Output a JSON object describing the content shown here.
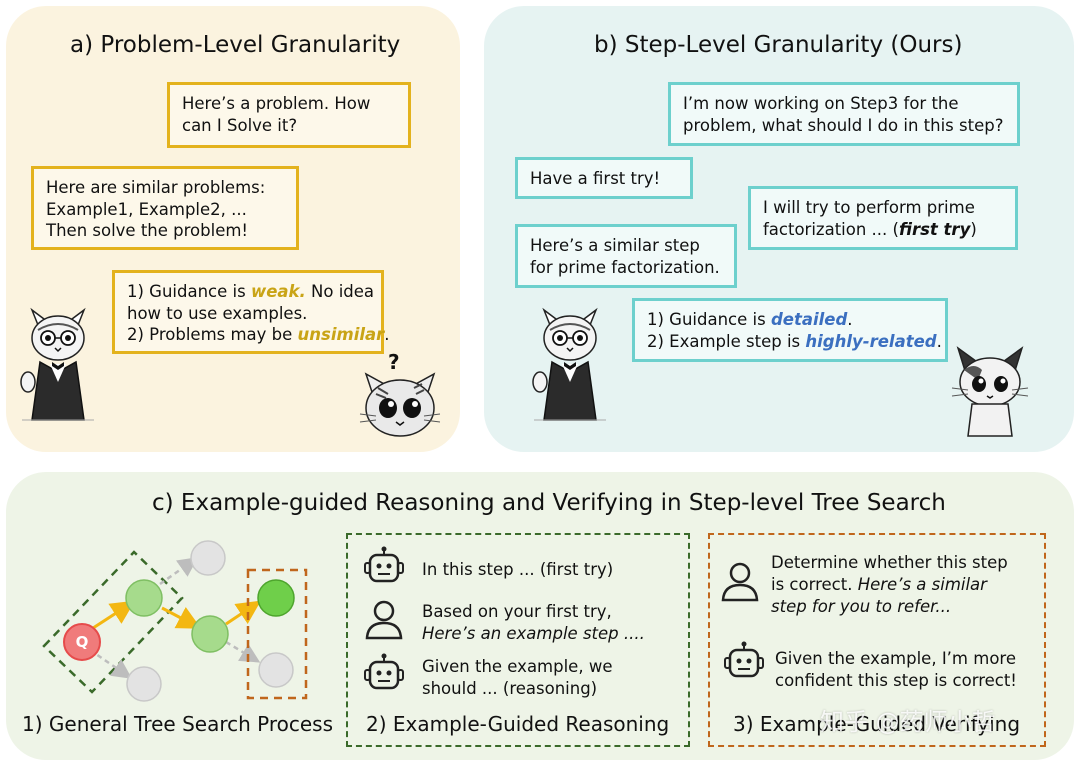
{
  "panel_a": {
    "title": "a) Problem-Level Granularity",
    "bubble1": [
      "Here’s  a problem. How",
      "can I Solve it?"
    ],
    "bubble2": [
      "Here are similar problems:",
      "Example1, Example2, ...",
      "Then solve the problem!"
    ],
    "bubble3": {
      "l1_pre": "1) Guidance is ",
      "l1_hl": "weak.",
      "l1_post": " No idea",
      "l2": "how to use examples.",
      "l3_pre": "2) Problems may be ",
      "l3_hl": "unsimilar",
      "l3_post": "."
    },
    "question_mark": "?"
  },
  "panel_b": {
    "title": "b) Step-Level Granularity (Ours)",
    "bubble1": [
      "I’m now working on Step3 for the",
      "problem, what should I do in this step?"
    ],
    "bubble2": "Have a first try!",
    "bubble3": {
      "l1": "I will try to perform prime",
      "l2_pre": "factorization ... (",
      "l2_hl": "first try",
      "l2_post": ")"
    },
    "bubble4": [
      "Here’s a similar step",
      "for prime factorization."
    ],
    "bubble5": {
      "l1_pre": "1) Guidance is ",
      "l1_hl": "detailed",
      "l1_post": ".",
      "l2_pre": "2) Example step is ",
      "l2_hl": "highly-related",
      "l2_post": "."
    }
  },
  "panel_c": {
    "title": "c) Example-guided Reasoning and Verifying in Step-level Tree Search",
    "tree": {
      "root_label": "Q"
    },
    "caption1": "1) General Tree Search Process",
    "caption2": "2) Example-Guided Reasoning",
    "caption3": "3) Example-Guided Verifying",
    "reasoning": {
      "r1": "In this step ... (first try)",
      "u1_l1": "Based on your first try,",
      "u1_l2": "Here’s an example step ....",
      "r2_l1": "Given the example, we",
      "r2_l2": "should ... (reasoning)"
    },
    "verifying": {
      "u1_l1": "Determine whether this step",
      "u1_l2_pre": "is correct. ",
      "u1_l2_it": "Here’s a similar",
      "u1_l3": "step for you to refer...",
      "r1_l1": "Given the example, I’m more",
      "r1_l2": "confident this step is correct!"
    }
  },
  "watermark": "知乎 @药师小哲",
  "colors": {
    "panel_a_bg": "#fbf3df",
    "panel_b_bg": "#e6f3f2",
    "panel_c_bg": "#eef4e7",
    "yellow_border": "#e3b21d",
    "teal_border": "#6dd0cd",
    "blue_highlight": "#3b6fc0",
    "gold_highlight": "#c9a416",
    "green_node": "#a6db8c",
    "root_node": "#f07b7b",
    "dashed_green": "#3a6a2a",
    "dashed_orange": "#c0661c"
  }
}
